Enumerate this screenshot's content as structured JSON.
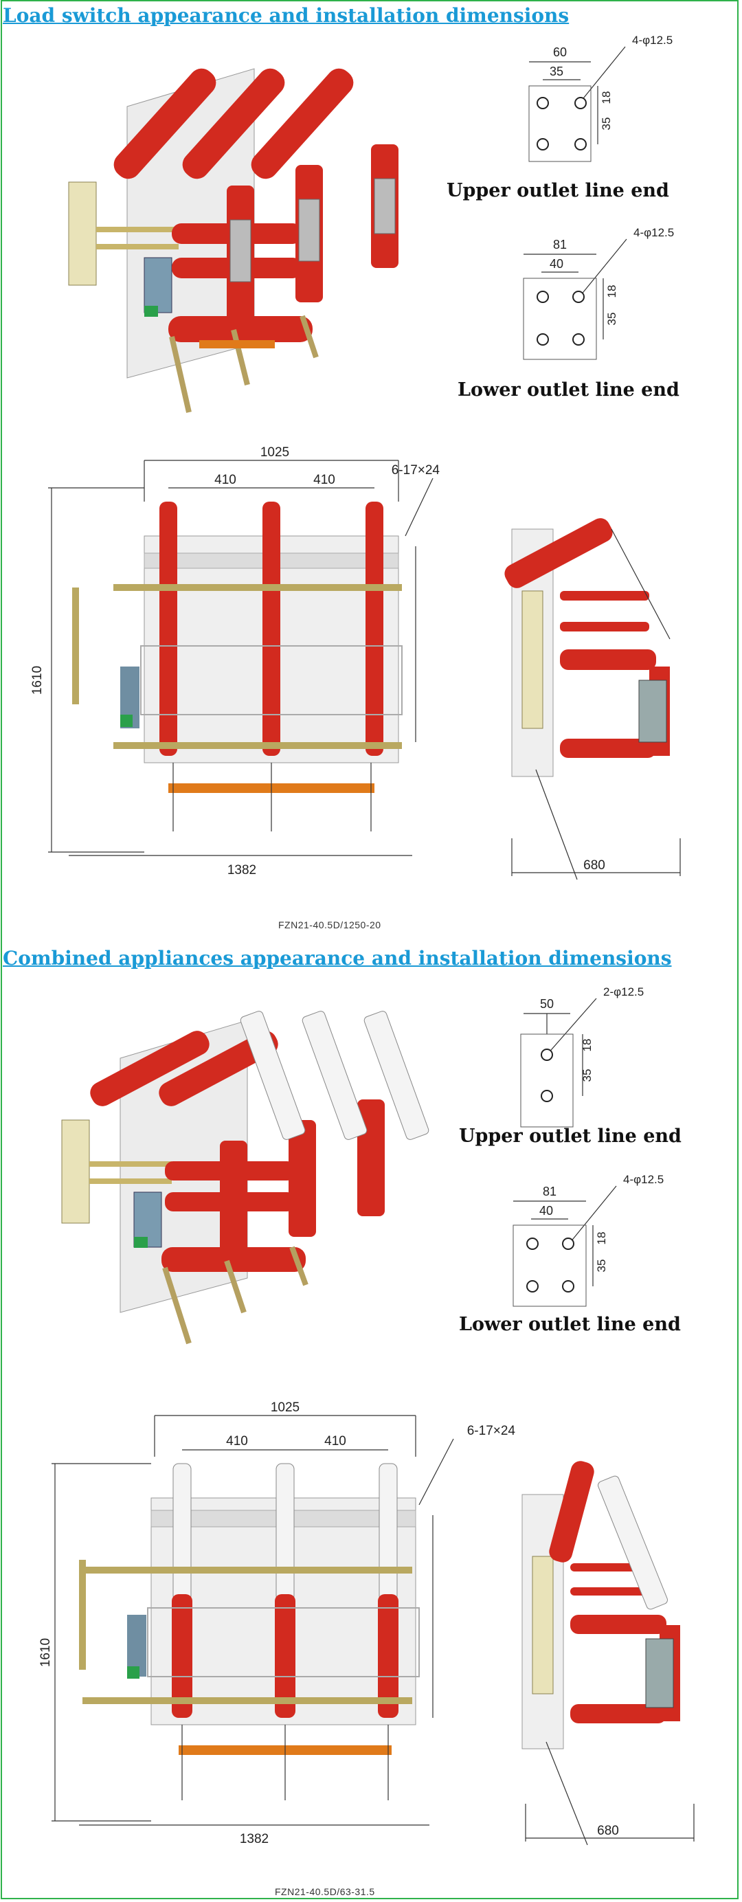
{
  "colors": {
    "title": "#1a9ad6",
    "border": "#2fb24b",
    "insulator": "#d22a1f",
    "copper": "#e07a1a",
    "frame": "#e3e3e3"
  },
  "sections": [
    {
      "title": "Load switch appearance and installation dimensions",
      "upper": {
        "caption": "Upper outlet line end",
        "hole_label": "4-φ12.5",
        "width": "60",
        "inner": "35",
        "v1": "18",
        "v2": "35"
      },
      "lower": {
        "caption": "Lower outlet line end",
        "hole_label": "4-φ12.5",
        "width": "81",
        "inner": "40",
        "v1": "18",
        "v2": "35"
      },
      "front": {
        "overall_width": "1025",
        "pitch_left": "410",
        "pitch_right": "410",
        "slot_label": "6-17×24",
        "height": "1610",
        "base_width": "1382"
      },
      "side": {
        "depth": "680"
      },
      "model": "FZN21-40.5D/1250-20"
    },
    {
      "title": "Combined appliances appearance and installation dimensions",
      "upper": {
        "caption": "Upper outlet line end",
        "hole_label": "2-φ12.5",
        "width": "50",
        "v1": "18",
        "v2": "35"
      },
      "lower": {
        "caption": "Lower outlet line end",
        "hole_label": "4-φ12.5",
        "width": "81",
        "inner": "40",
        "v1": "18",
        "v2": "35"
      },
      "front": {
        "overall_width": "1025",
        "pitch_left": "410",
        "pitch_right": "410",
        "slot_label": "6-17×24",
        "height": "1610",
        "base_width": "1382"
      },
      "side": {
        "depth": "680"
      },
      "model": "FZN21-40.5D/63-31.5"
    }
  ]
}
